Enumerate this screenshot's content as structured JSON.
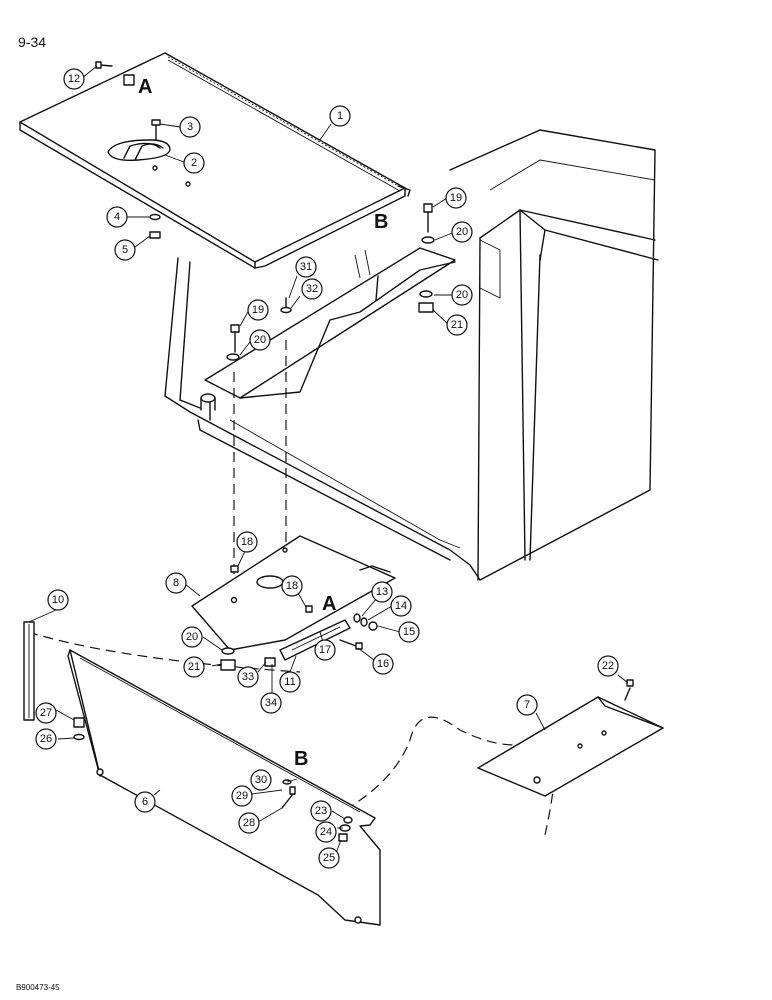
{
  "page_number": "9-34",
  "figure_id": "B900473-45",
  "view_letters": [
    "A",
    "A",
    "B",
    "B"
  ],
  "callouts": [
    "1",
    "2",
    "3",
    "4",
    "5",
    "6",
    "7",
    "8",
    "10",
    "11",
    "12",
    "13",
    "14",
    "15",
    "16",
    "17",
    "18",
    "18",
    "19",
    "19",
    "20",
    "20",
    "20",
    "20",
    "21",
    "21",
    "22",
    "23",
    "24",
    "25",
    "26",
    "27",
    "28",
    "29",
    "30",
    "31",
    "32",
    "33",
    "34"
  ]
}
